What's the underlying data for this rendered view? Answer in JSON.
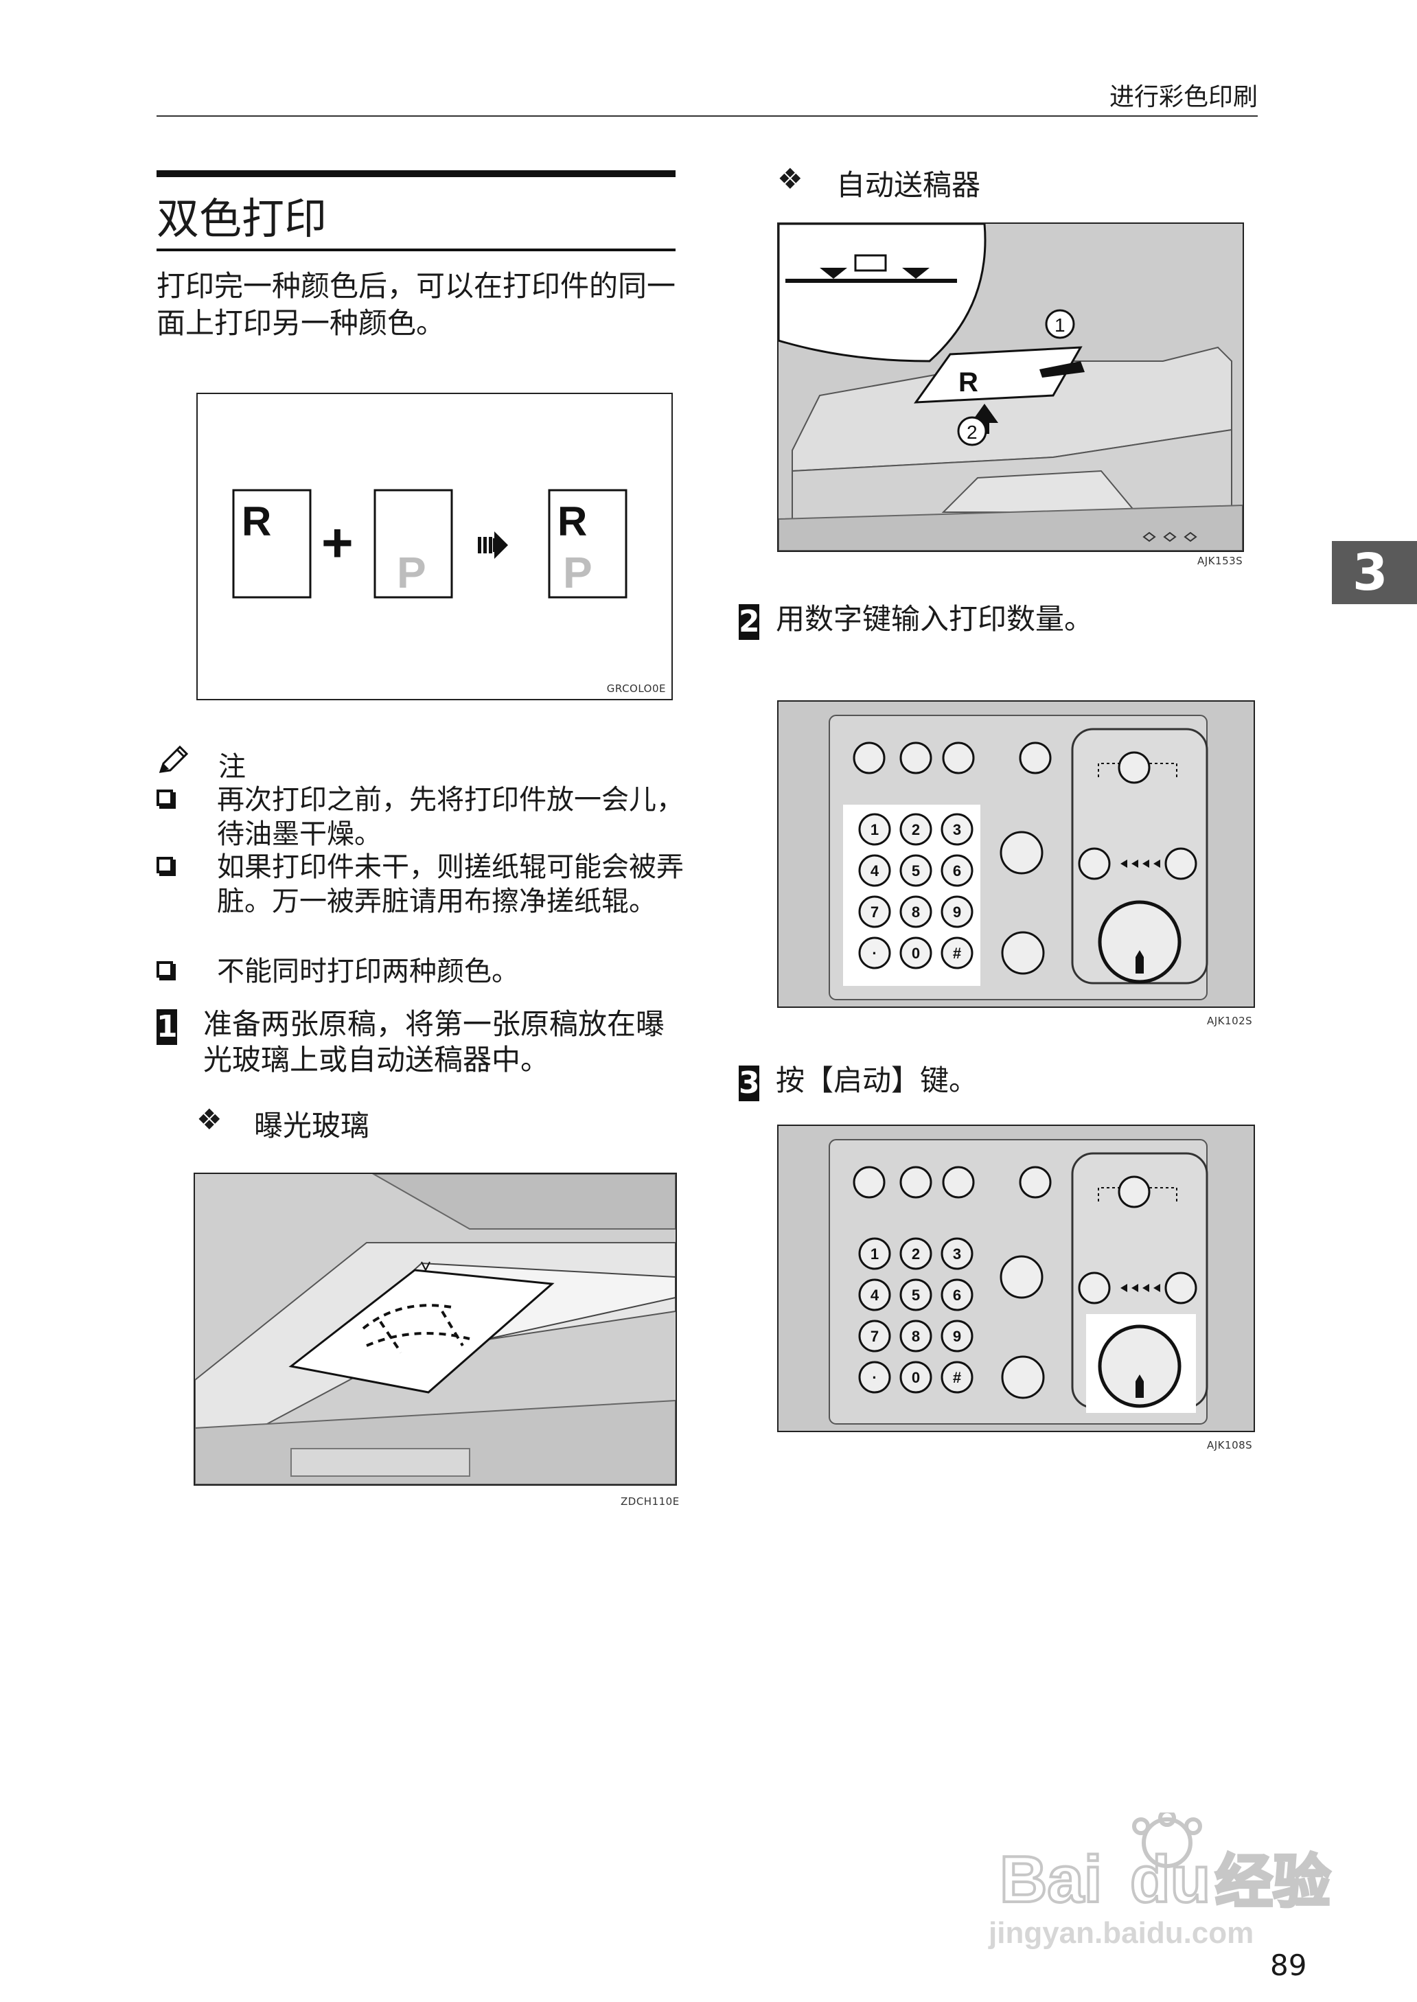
{
  "header": {
    "title": "进行彩色印刷"
  },
  "section": {
    "title": "双色打印",
    "intro": "打印完一种颜色后，可以在打印件的同一面上打印另一种颜色。"
  },
  "figure_combine": {
    "code": "GRCOLO0E",
    "letter_r": "R",
    "letter_p": "P",
    "plus": "+"
  },
  "note": {
    "label": "注",
    "items": [
      "再次打印之前，先将打印件放一会儿，待油墨干燥。",
      "如果打印件未干，则搓纸辊可能会被弄脏。万一被弄脏请用布擦净搓纸辊。",
      "不能同时打印两种颜色。"
    ]
  },
  "steps": [
    {
      "num": "1",
      "text": "准备两张原稿，将第一张原稿放在曝光玻璃上或自动送稿器中。"
    },
    {
      "num": "2",
      "text": "用数字键输入打印数量。"
    },
    {
      "num": "3",
      "text": "按【启动】键。"
    }
  ],
  "sub_heads": {
    "glass": "曝光玻璃",
    "adf": "自动送稿器",
    "marker": "❖"
  },
  "figure_codes": {
    "glass": "ZDCH110E",
    "adf": "AJK153S",
    "keypad": "AJK102S",
    "start": "AJK108S"
  },
  "adf_labels": {
    "one": "1",
    "two": "2",
    "r": "R"
  },
  "keypad_keys": [
    "1",
    "2",
    "3",
    "4",
    "5",
    "6",
    "7",
    "8",
    "9",
    "·",
    "0",
    "#"
  ],
  "chapter": "3",
  "page_number": "89",
  "watermark": {
    "line1": "Bai",
    "line2": "du",
    "line3": "经验",
    "url": "jingyan.baidu.com"
  }
}
